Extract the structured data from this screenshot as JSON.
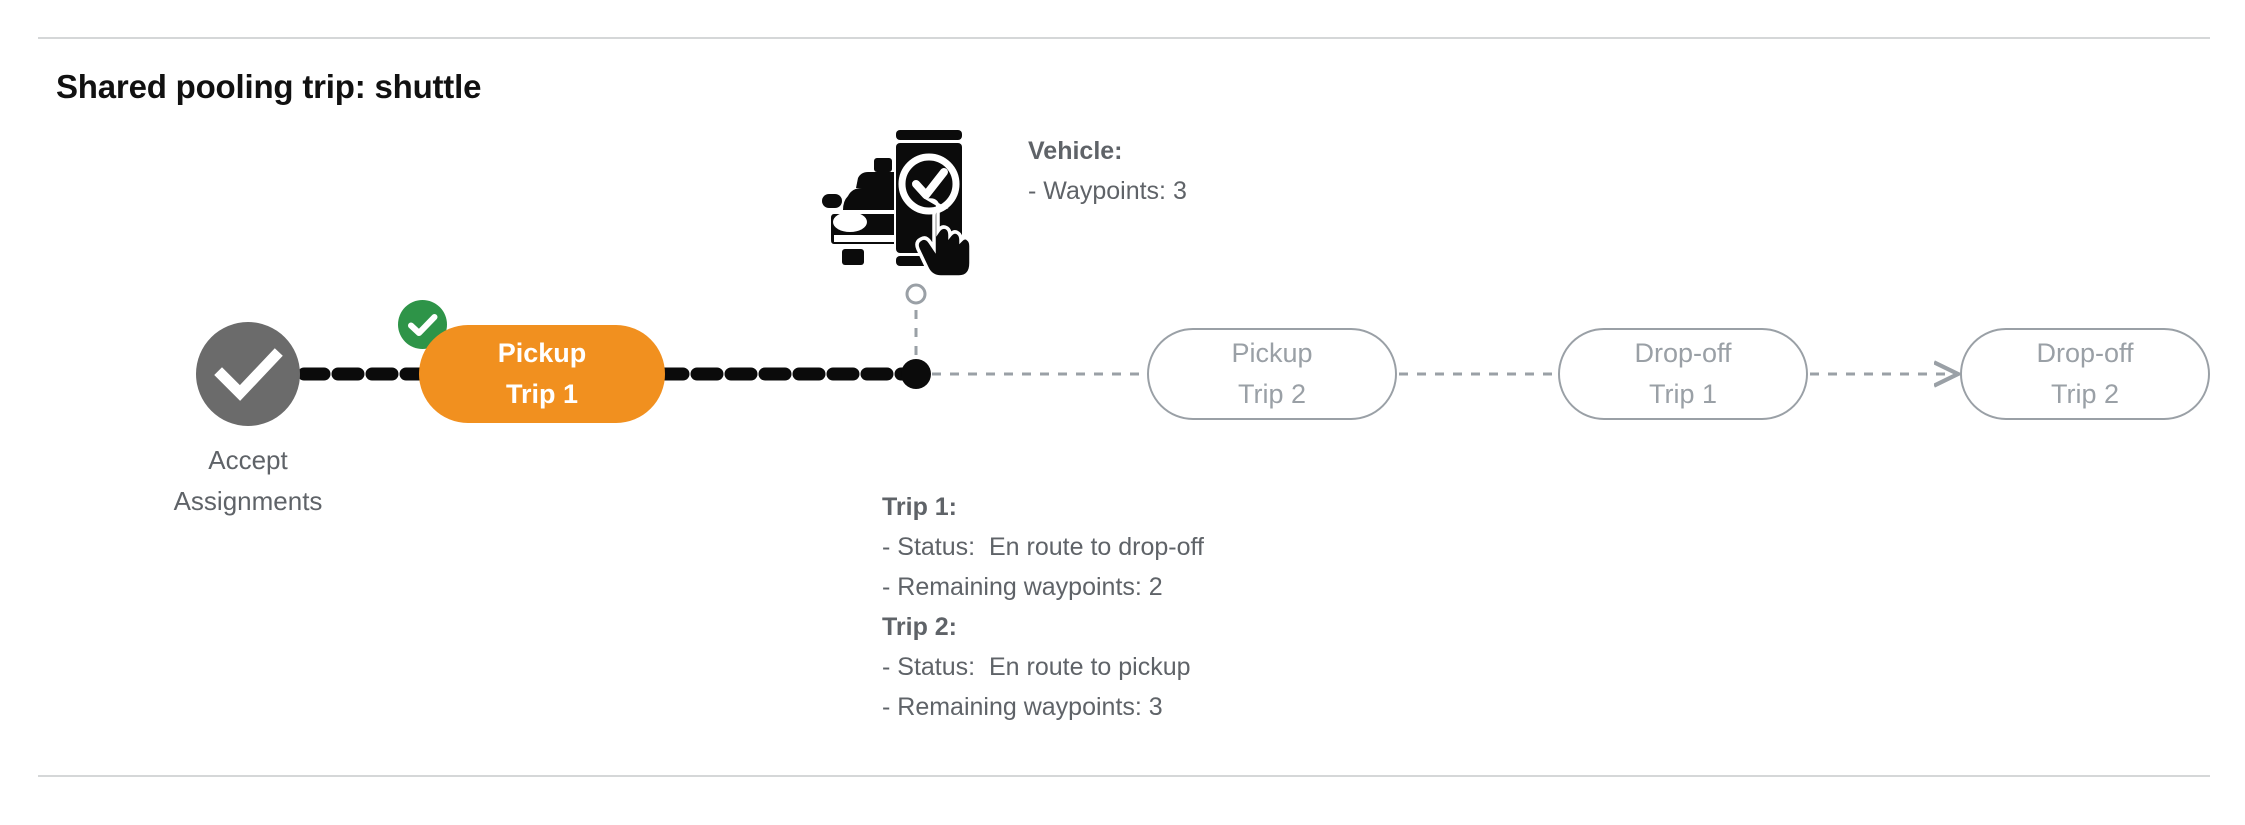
{
  "title": "Shared pooling trip: shuttle",
  "colors": {
    "active_pill": "#F1901F",
    "badge_green": "#2E9448",
    "accept_gray": "#6B6B6B",
    "pending_gray": "#9AA0A6",
    "divider": "#D5D7D8",
    "text_gray": "#5F6368"
  },
  "flow": {
    "accept_node": {
      "icon": "check-icon",
      "label_line1": "Accept",
      "label_line2": "Assignments"
    },
    "active_step": {
      "line1": "Pickup",
      "line2": "Trip 1",
      "badge_icon": "check-badge-icon",
      "state": "completed"
    },
    "vehicle_marker": {
      "icon": "vehicle-phone-check-icon",
      "dot": "current-position-dot",
      "ring": "waypoint-ring"
    },
    "pending_steps": [
      {
        "line1": "Pickup",
        "line2": "Trip 2"
      },
      {
        "line1": "Drop-off",
        "line2": "Trip 1"
      },
      {
        "line1": "Drop-off",
        "line2": "Trip 2"
      }
    ]
  },
  "vehicle_info": {
    "heading": "Vehicle:",
    "waypoints": "- Waypoints: 3"
  },
  "trip_info": [
    {
      "heading": "Trip 1:",
      "status_label": "- Status:",
      "status_value": "En route to drop-off",
      "waypoints": "- Remaining waypoints: 2"
    },
    {
      "heading": "Trip 2:",
      "status_label": "- Status:",
      "status_value": "En route to pickup",
      "waypoints": "- Remaining waypoints: 3"
    }
  ]
}
